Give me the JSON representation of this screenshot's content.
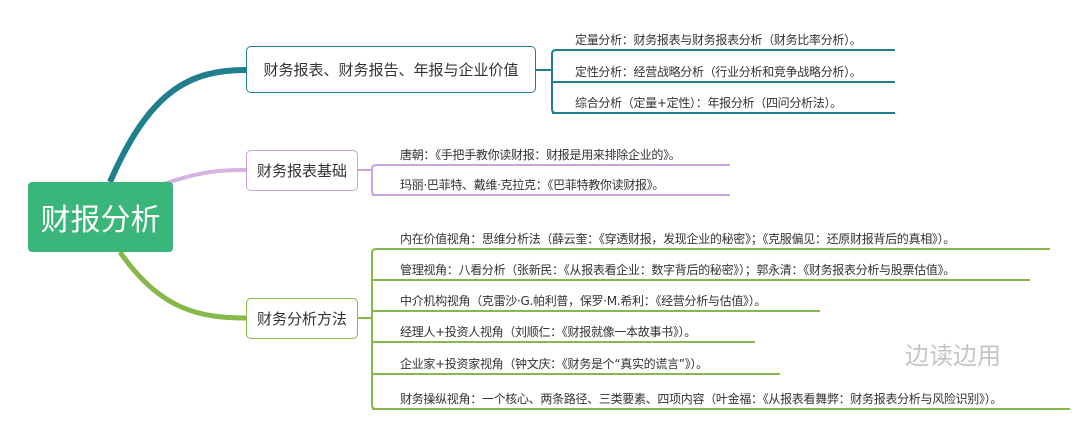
{
  "root": {
    "label": "财报分析",
    "color": "#3bb67a"
  },
  "branches": [
    {
      "label": "财务报表、财务报告、年报与企业价值",
      "color": "#1f7f8f",
      "leaves": [
        "定量分析：财务报表与财务报表分析（财务比率分析）。",
        "定性分析：经营战略分析（行业分析和竞争战略分析）。",
        "综合分析（定量+定性）：年报分析（四问分析法）。"
      ]
    },
    {
      "label": "财务报表基础",
      "color": "#c9a3dc",
      "leaves": [
        "唐朝：《手把手教你读财报：财报是用来排除企业的》。",
        "玛丽·巴菲特、戴维·克拉克：《巴菲特教你读财报》。"
      ]
    },
    {
      "label": "财务分析方法",
      "color": "#86b84a",
      "leaves": [
        "内在价值视角：思维分析法（薛云奎：《穿透财报，发现企业的秘密》；《克服偏见：还原财报背后的真相》）。",
        "管理视角：八看分析（张新民：《从报表看企业：数字背后的秘密》）；郭永清：《财务报表分析与股票估值》。",
        "中介机构视角（克雷沙·G.帕利普，保罗·M.希利：《经营分析与估值》）。",
        "经理人+投资人视角（刘顺仁：《财报就像一本故事书》）。",
        "企业家+投资家视角（钟文庆：《财务是个“真实的谎言”》）。",
        "财务操纵视角：一个核心、两条路径、三类要素、四项内容（叶金福：《从报表看舞弊：财务报表分析与风险识别》）。"
      ]
    }
  ],
  "watermark": "边读边用"
}
